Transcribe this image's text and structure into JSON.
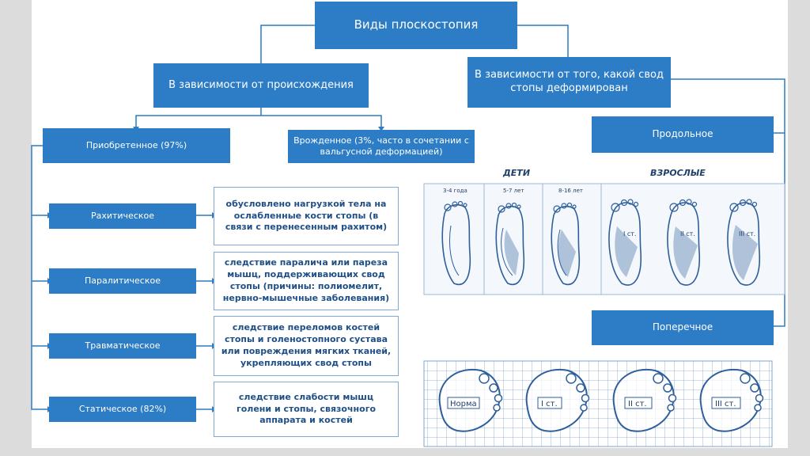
{
  "title": "Виды плоскостопия",
  "by_origin": "В зависимости от происхождения",
  "by_arch": "В зависимости от того, какой свод стопы деформирован",
  "acquired": "Приобретенное (97%)",
  "congenital": "Врожденное (3%, часто в сочетании с вальгусной деформацией)",
  "longitudinal": "Продольное",
  "transverse": "Поперечное",
  "types": [
    {
      "label": "Рахитическое",
      "desc": "обусловлено нагрузкой тела на ослабленные кости стопы (в связи с перенесенным рахитом)"
    },
    {
      "label": "Паралитическое",
      "desc": "следствие паралича или пареза мышц, поддерживающих свод стопы (причины: полиомелит, нервно-мышечные заболевания)"
    },
    {
      "label": "Травматическое",
      "desc": "следствие переломов костей стопы и голеностопного сустава или повреждения мягких тканей, укрепляющих свод стопы"
    },
    {
      "label": "Статическое (82%)",
      "desc": "следствие слабости мышц голени и стопы, связочного аппарата и костей"
    }
  ],
  "figure_top": {
    "children_label": "ДЕТИ",
    "adults_label": "ВЗРОСЛЫЕ",
    "ages": [
      "3-4 года",
      "5-7 лет",
      "8-16 лет"
    ],
    "degrees": [
      "I ст.",
      "II ст.",
      "III ст."
    ]
  },
  "figure_bottom": {
    "labels": [
      "Норма",
      "I ст.",
      "II ст.",
      "III ст."
    ]
  },
  "colors": {
    "box": "#2c7cc6",
    "line": "#2c7cc6",
    "sketch": "#2f5f9a"
  }
}
